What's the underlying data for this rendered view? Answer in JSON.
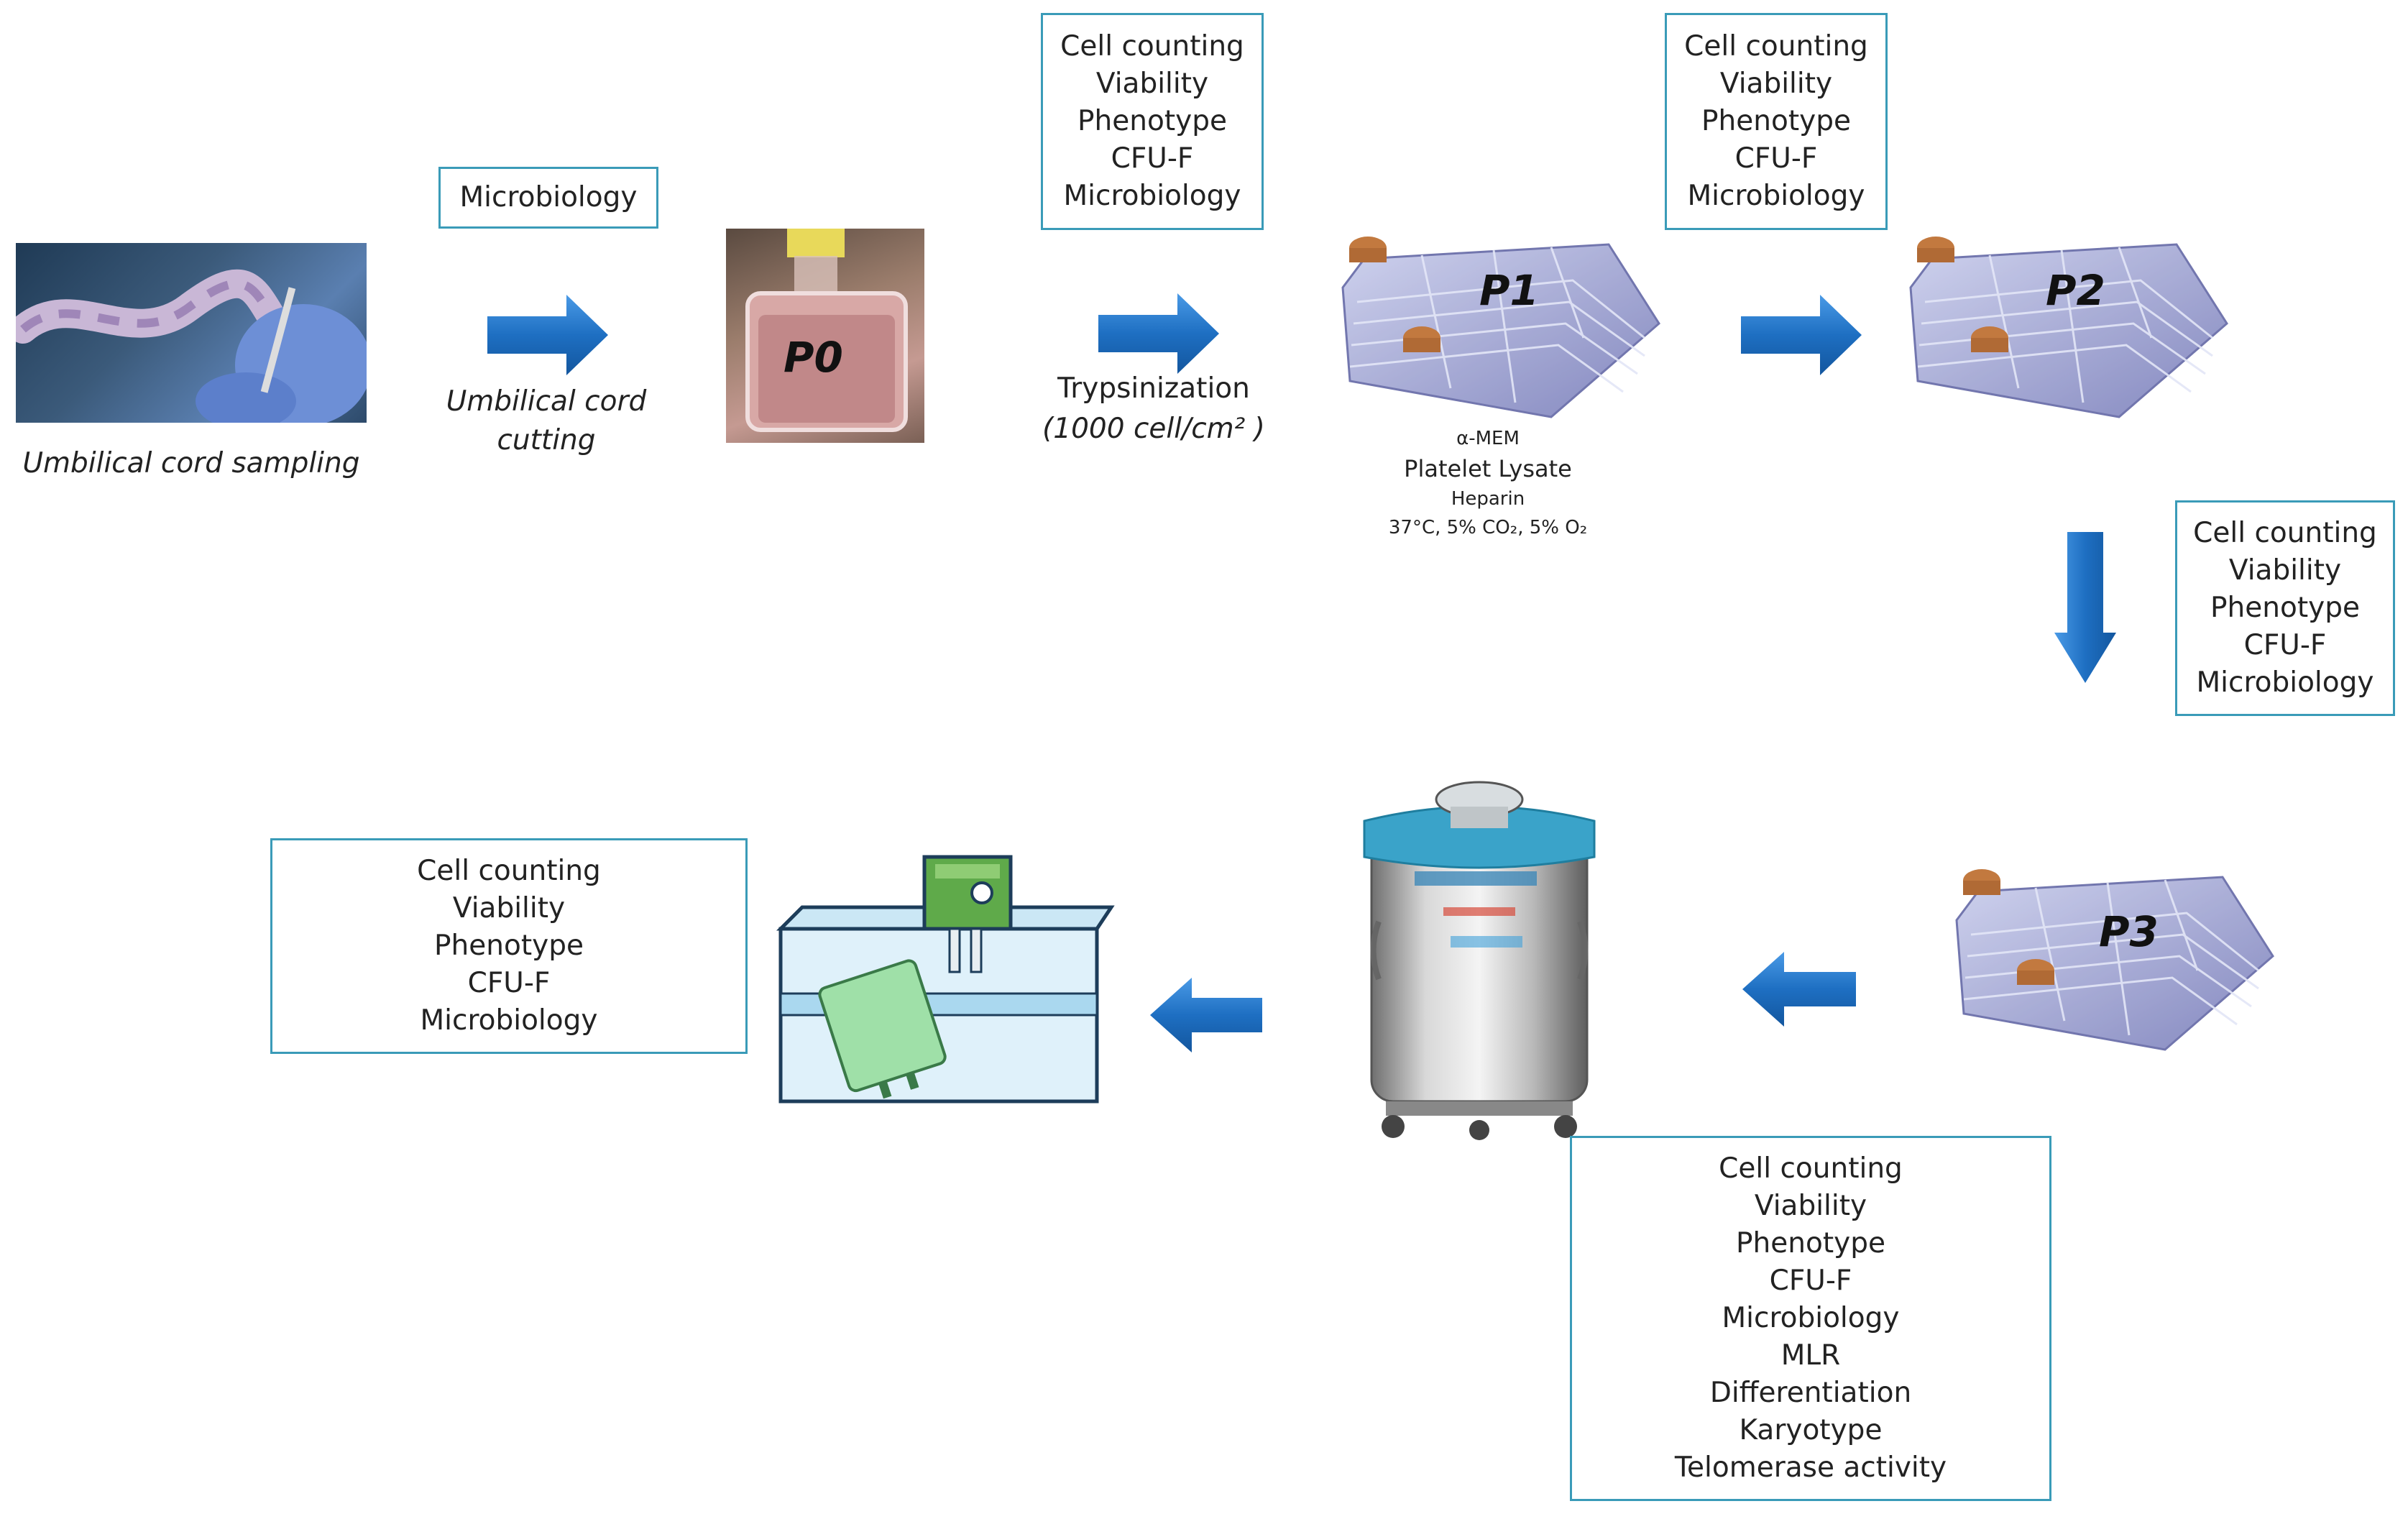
{
  "steps": {
    "sampling": {
      "caption": "Umbilical cord sampling"
    },
    "cutting": {
      "caption_line1": "Umbilical cord",
      "caption_line2": "cutting",
      "qc_items": [
        "Microbiology"
      ]
    },
    "p0": {
      "label": "P0"
    },
    "trypsinization": {
      "title": "Trypsinization",
      "density": "(1000 cell/cm² )",
      "qc_items": [
        "Cell counting",
        "Viability",
        "Phenotype",
        "CFU-F",
        "Microbiology"
      ]
    },
    "p1": {
      "label": "P1",
      "culture": {
        "medium": "α-MEM",
        "supplement": "Platelet Lysate",
        "anticoagulant": "Heparin",
        "conditions": "37°C, 5% CO₂, 5% O₂"
      }
    },
    "p1_to_p2": {
      "qc_items": [
        "Cell counting",
        "Viability",
        "Phenotype",
        "CFU-F",
        "Microbiology"
      ]
    },
    "p2": {
      "label": "P2"
    },
    "p2_to_p3": {
      "qc_items": [
        "Cell counting",
        "Viability",
        "Phenotype",
        "CFU-F",
        "Microbiology"
      ]
    },
    "p3": {
      "label": "P3"
    },
    "cryostorage": {
      "qc_items": [
        "Cell counting",
        "Viability",
        "Phenotype",
        "CFU-F",
        "Microbiology",
        "MLR",
        "Differentiation",
        "Karyotype",
        "Telomerase activity"
      ]
    },
    "thawing": {
      "qc_items": [
        "Cell counting",
        "Viability",
        "Phenotype",
        "CFU-F",
        "Microbiology"
      ]
    }
  },
  "colors": {
    "arrow": "#1f6fc0",
    "box_border": "#3a9bb8",
    "flask": "#8a8fc8",
    "tank_lid": "#3aa3c9"
  }
}
